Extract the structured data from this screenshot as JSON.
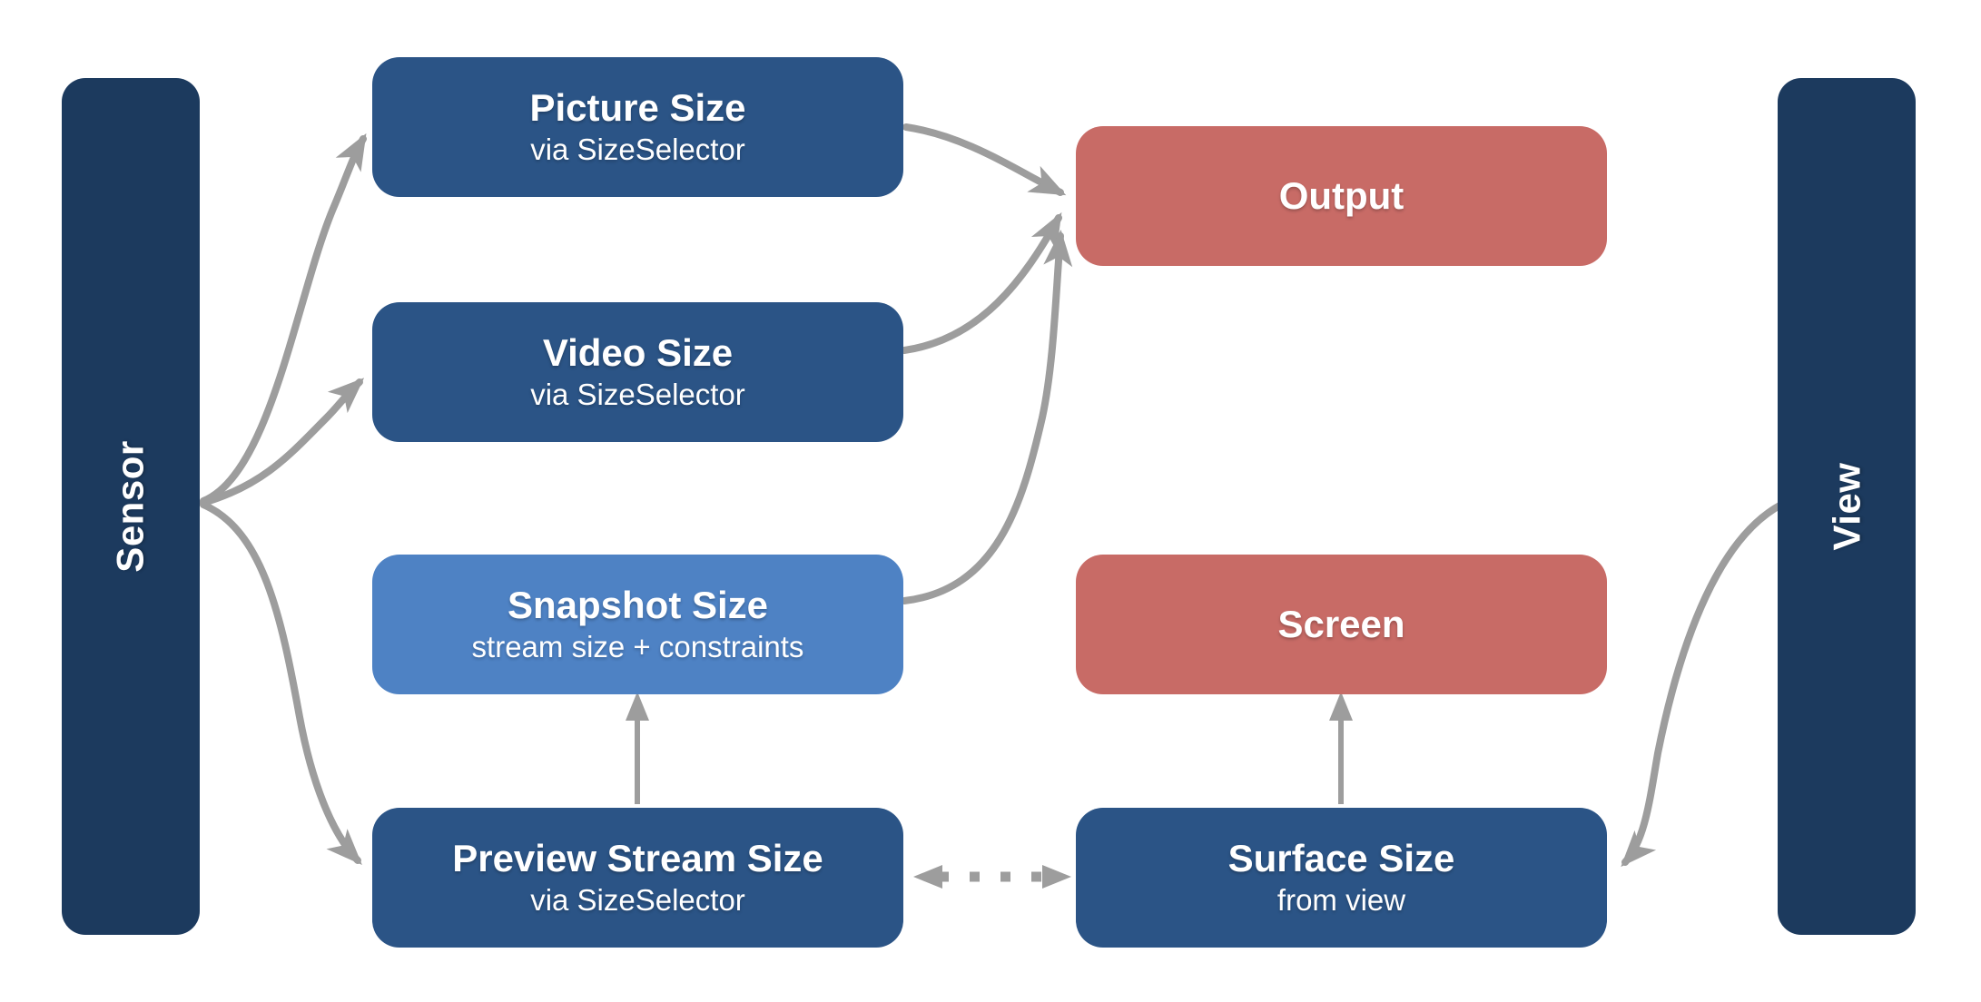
{
  "colors": {
    "background": "#ffffff",
    "sidebar_bar": "#1c3a5e",
    "box_blue": "#2b5486",
    "box_light_blue": "#4e82c4",
    "box_red": "#c86b66",
    "arrow": "#9d9d9d",
    "text_color": "#ffffff"
  },
  "sidebars": {
    "sensor": {
      "label": "Sensor"
    },
    "view": {
      "label": "View"
    }
  },
  "nodes": {
    "picture": {
      "title": "Picture Size",
      "subtitle": "via SizeSelector"
    },
    "video": {
      "title": "Video Size",
      "subtitle": "via SizeSelector"
    },
    "snapshot": {
      "title": "Snapshot Size",
      "subtitle": "stream size + constraints"
    },
    "preview": {
      "title": "Preview Stream Size",
      "subtitle": "via SizeSelector"
    },
    "output": {
      "title": "Output"
    },
    "screen": {
      "title": "Screen"
    },
    "surface": {
      "title": "Surface Size",
      "subtitle": "from view"
    }
  },
  "edges": [
    {
      "from": "Sensor",
      "to": "Picture Size",
      "type": "curved-arrow"
    },
    {
      "from": "Sensor",
      "to": "Video Size",
      "type": "curved-arrow"
    },
    {
      "from": "Sensor",
      "to": "Preview Stream Size",
      "type": "curved-arrow"
    },
    {
      "from": "Picture Size",
      "to": "Output",
      "type": "curved-arrow"
    },
    {
      "from": "Video Size",
      "to": "Output",
      "type": "curved-arrow"
    },
    {
      "from": "Snapshot Size",
      "to": "Output",
      "type": "curved-arrow"
    },
    {
      "from": "Preview Stream Size",
      "to": "Snapshot Size",
      "type": "straight-arrow"
    },
    {
      "from": "Surface Size",
      "to": "Screen",
      "type": "straight-arrow"
    },
    {
      "from": "Preview Stream Size",
      "to": "Surface Size",
      "type": "dotted-double-arrow"
    },
    {
      "from": "View",
      "to": "Surface Size",
      "type": "curved-arrow"
    }
  ]
}
